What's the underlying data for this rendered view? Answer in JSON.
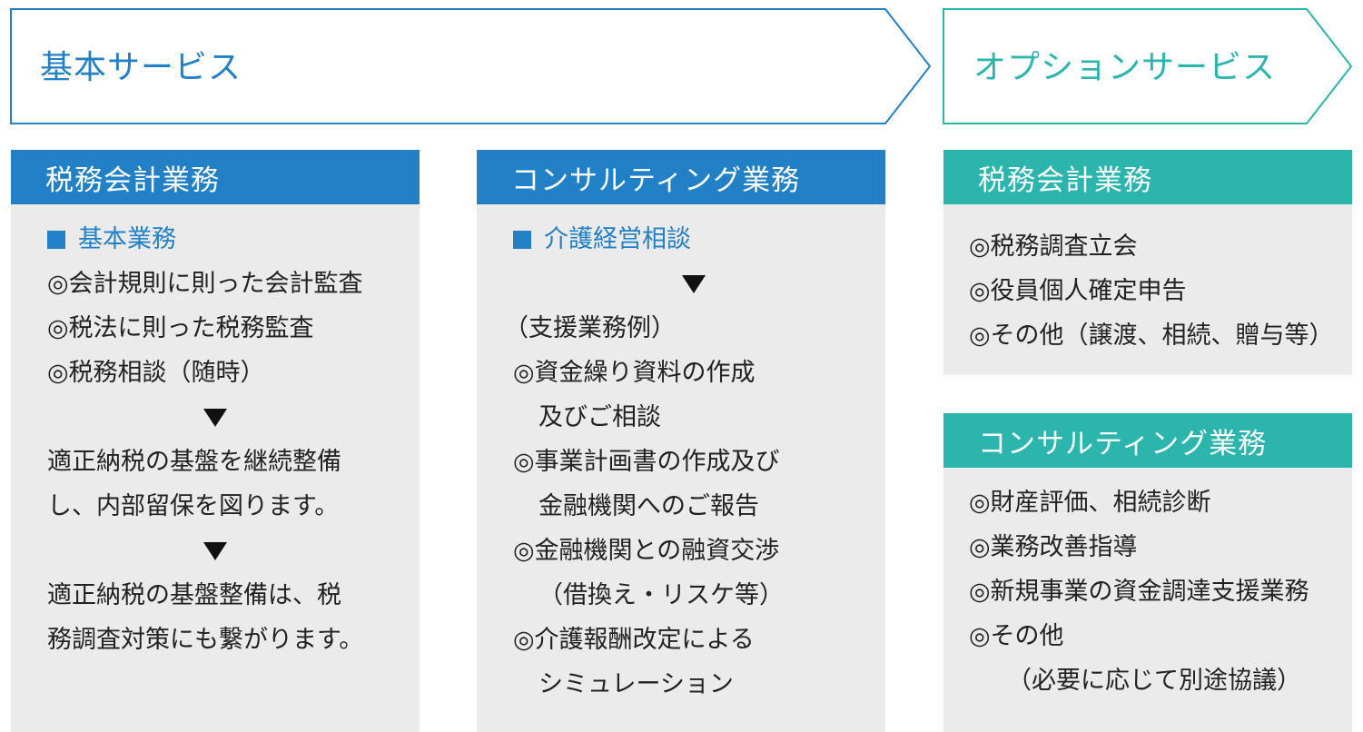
{
  "basic_service": {
    "label": "基本サービス",
    "color": "#2180c6"
  },
  "option_service": {
    "label": "オプションサービス",
    "color": "#2bb5ad"
  },
  "col1": {
    "header": "税務会計業務",
    "section": "基本業務",
    "items": [
      "◎会計規則に則った会計監査",
      "◎税法に則った税務監査",
      "◎税務相談（随時）"
    ],
    "result1": [
      "適正納税の基盤を継続整備",
      "し、内部留保を図ります。"
    ],
    "result2": [
      "適正納税の基盤整備は、税",
      "務調査対策にも繋がります。"
    ]
  },
  "col2": {
    "header": "コンサルティング業務",
    "section": "介護経営相談",
    "example_title": "（支援業務例）",
    "lines": [
      "◎資金繰り資料の作成",
      "及びご相談",
      "◎事業計画書の作成及び",
      "金融機関へのご報告",
      "◎金融機関との融資交渉",
      "（借換え・リスケ等）",
      "◎介護報酬改定による",
      "シミュレーション"
    ]
  },
  "col3a": {
    "header": "税務会計業務",
    "items": [
      "◎税務調査立会",
      "◎役員個人確定申告",
      "◎その他（譲渡、相続、贈与等）"
    ]
  },
  "col3b": {
    "header": "コンサルティング業務",
    "items": [
      "◎財産評価、相続診断",
      "◎業務改善指導",
      "◎新規事業の資金調達支援業務",
      "◎その他",
      "（必要に応じて別途協議）"
    ]
  },
  "colors": {
    "blue": "#2180c6",
    "teal": "#2bb5ad",
    "panel": "#ebebeb"
  }
}
